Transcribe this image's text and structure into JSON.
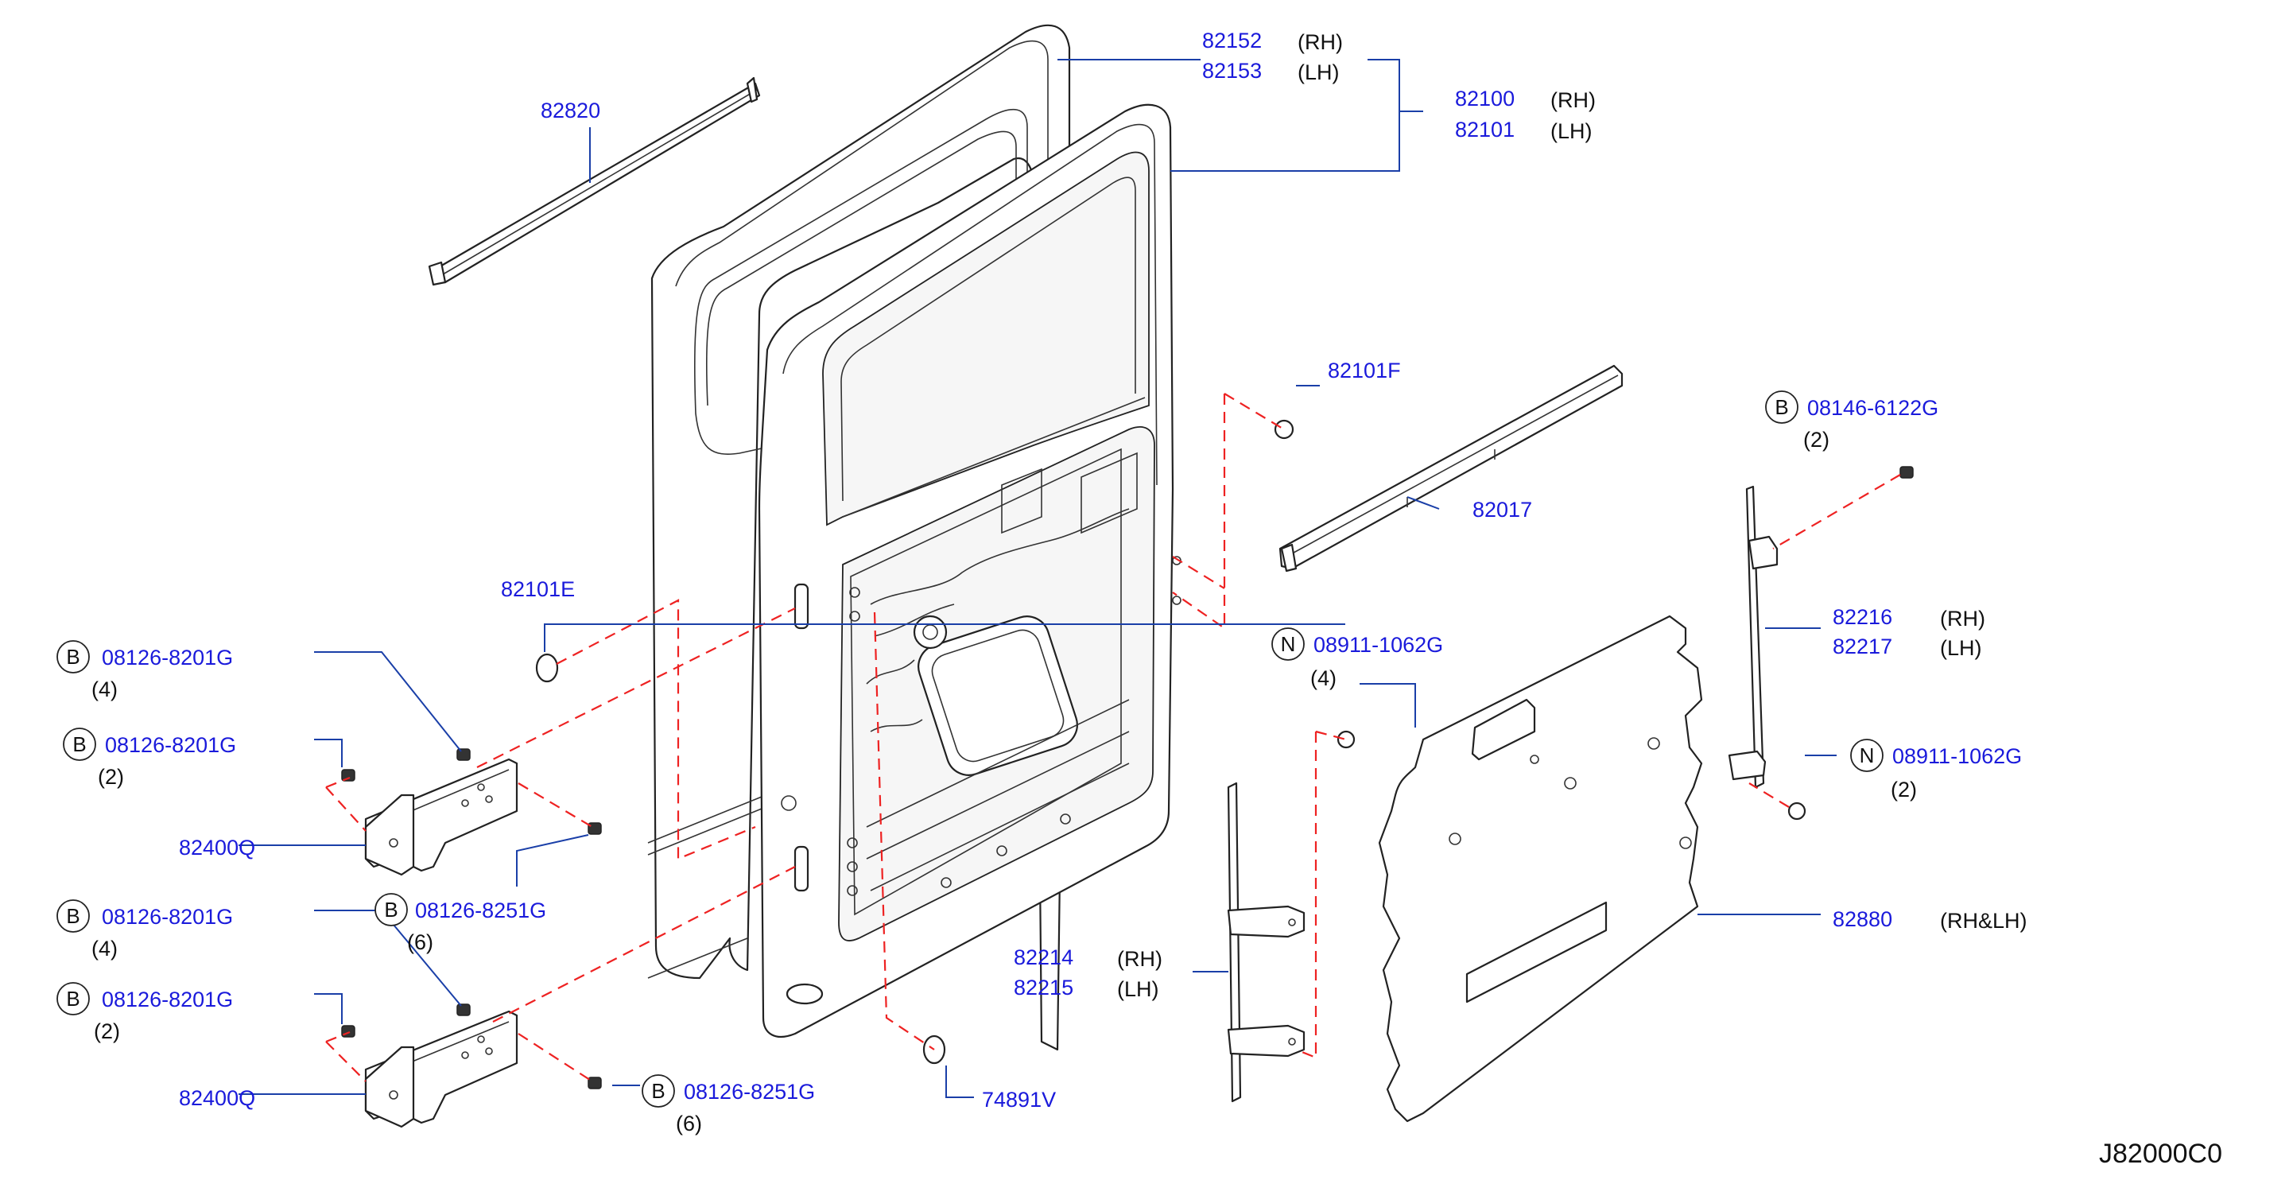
{
  "diagram_code": "J82000C0",
  "callouts": {
    "p82152": "82152",
    "p82152_side": "(RH)",
    "p82153": "82153",
    "p82153_side": "(LH)",
    "p82100": "82100",
    "p82100_side": "(RH)",
    "p82101": "82101",
    "p82101_side": "(LH)",
    "p82820": "82820",
    "p82101F": "82101F",
    "p82017": "82017",
    "p82101E": "82101E",
    "b_08146": "08146-6122G",
    "b_08146_qty": "(2)",
    "b_08146_badge": "B",
    "p82216": "82216",
    "p82216_side": "(RH)",
    "p82217": "82217",
    "p82217_side": "(LH)",
    "n_08911_a": "08911-1062G",
    "n_08911_a_qty": "(4)",
    "n_08911_a_badge": "N",
    "n_08911_b": "08911-1062G",
    "n_08911_b_qty": "(2)",
    "n_08911_b_badge": "N",
    "b_08126_1": "08126-8201G",
    "b_08126_1_qty": "(4)",
    "b_08126_1_badge": "B",
    "b_08126_2": "08126-8201G",
    "b_08126_2_qty": "(2)",
    "b_08126_2_badge": "B",
    "p82400Q_upper": "82400Q",
    "b_08126_8251_1": "08126-8251G",
    "b_08126_8251_1_qty": "(6)",
    "b_08126_8251_1_badge": "B",
    "b_08126_3": "08126-8201G",
    "b_08126_3_qty": "(4)",
    "b_08126_3_badge": "B",
    "b_08126_4": "08126-8201G",
    "b_08126_4_qty": "(2)",
    "b_08126_4_badge": "B",
    "p82400Q_lower": "82400Q",
    "b_08126_8251_2": "08126-8251G",
    "b_08126_8251_2_qty": "(6)",
    "b_08126_8251_2_badge": "B",
    "p82214": "82214",
    "p82214_side": "(RH)",
    "p82215": "82215",
    "p82215_side": "(LH)",
    "p82880": "82880",
    "p82880_side": "(RH&LH)",
    "p74891V": "74891V"
  },
  "colors": {
    "part_number": "#1a1adb",
    "leader_line": "#1a3fa8",
    "assembly_dash": "#ee2222",
    "line_art": "#222222"
  }
}
